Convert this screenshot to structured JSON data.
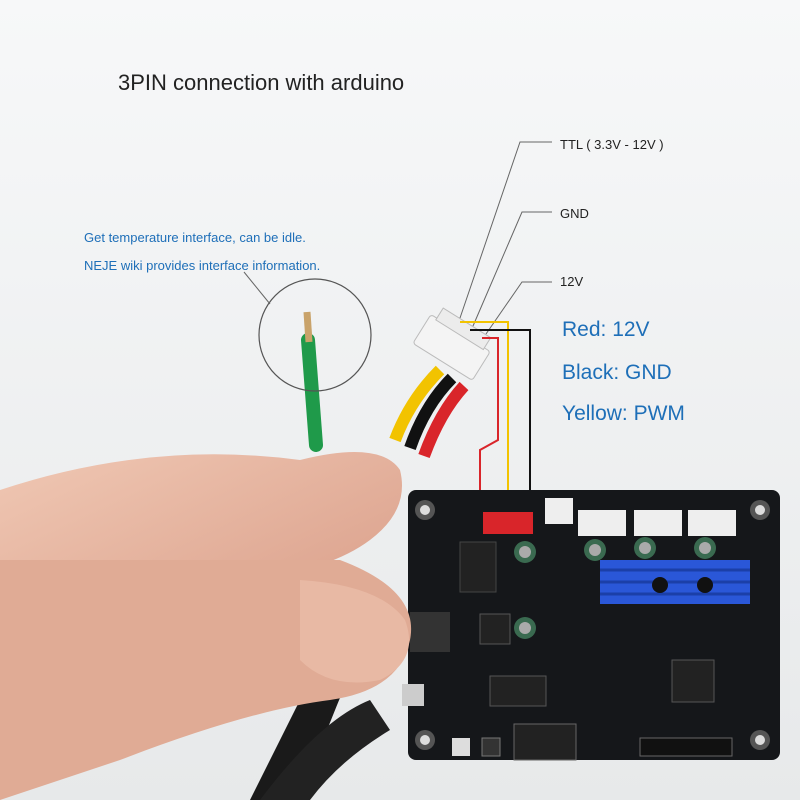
{
  "title": "3PIN connection with arduino",
  "pins": {
    "ttl": "TTL ( 3.3V - 12V )",
    "gnd": "GND",
    "v12": "12V"
  },
  "notes": [
    "Get temperature interface, can be idle.",
    "NEJE wiki provides interface information."
  ],
  "legend": [
    "Red: 12V",
    "Black: GND",
    "Yellow: PWM"
  ],
  "colors": {
    "background": "#f3f4f6",
    "note_text": "#1e6fb8",
    "wire_red": "#d9252a",
    "wire_black": "#111111",
    "wire_yellow": "#f2c300",
    "wire_green": "#1f9a4a",
    "board": "#15171a"
  }
}
